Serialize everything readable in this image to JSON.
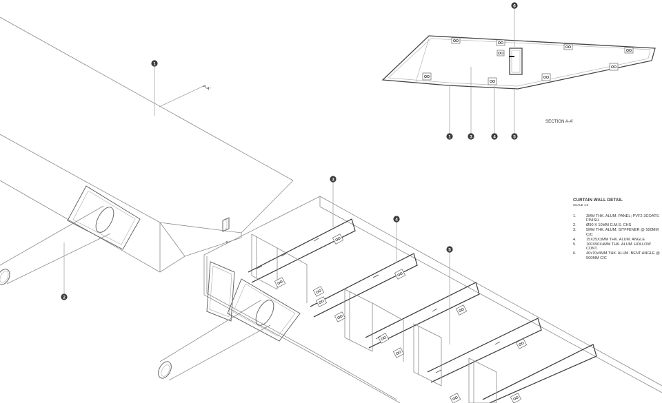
{
  "section_title": "SECTION A-A'",
  "section_marker": "A-A'",
  "legend": {
    "title": "CURTAIN WALL DETAIL",
    "scale": "SCALE 1:2",
    "items": [
      {
        "num": "1.",
        "text": "3MM THK. ALUM. PANEL; PVF2-3COATS FINISH"
      },
      {
        "num": "2.",
        "text": "Ø90 X 10MM G.M.S. CHS"
      },
      {
        "num": "3.",
        "text": "5MM THK. ALUM. SITFFENER @ 500MM C/C"
      },
      {
        "num": "4.",
        "text": "15X25X3MM THK. ALUM. ANGLE"
      },
      {
        "num": "5.",
        "text": "100X50X4MM THK. ALUM. HOLLOW CONT."
      },
      {
        "num": "6.",
        "text": "40x70x3MM THK. ALUM. BENT ANGLE @ 500MM C/C"
      }
    ]
  },
  "callouts": [
    {
      "id": "c1-iso",
      "label": "1"
    },
    {
      "id": "c2-iso",
      "label": "2"
    },
    {
      "id": "c3-iso",
      "label": "3"
    },
    {
      "id": "c4-iso",
      "label": "4"
    },
    {
      "id": "c5-iso",
      "label": "5"
    },
    {
      "id": "c6-sec",
      "label": "6"
    },
    {
      "id": "c1-sec",
      "label": "1"
    },
    {
      "id": "c3-sec",
      "label": "3"
    },
    {
      "id": "c4-sec",
      "label": "4"
    },
    {
      "id": "c5-sec",
      "label": "5"
    }
  ]
}
